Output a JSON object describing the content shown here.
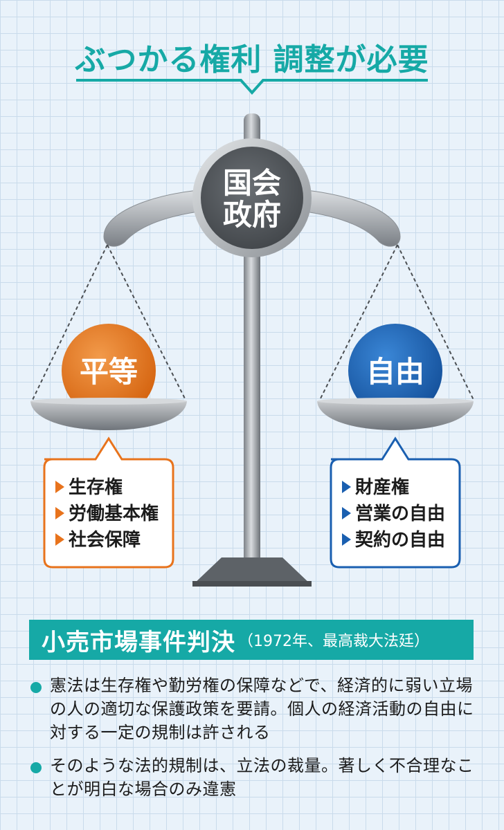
{
  "title": "ぶつかる権利 調整が必要",
  "center": {
    "line1": "国会",
    "line2": "政府"
  },
  "left": {
    "ball_label": "平等",
    "color": "#e8731c",
    "items": [
      "生存権",
      "労働基本権",
      "社会保障"
    ]
  },
  "right": {
    "ball_label": "自由",
    "color": "#1a5fb0",
    "items": [
      "財産権",
      "営業の自由",
      "契約の自由"
    ]
  },
  "case": {
    "title": "小売市場事件判決",
    "subtitle": "（1972年、最高裁大法廷）",
    "color": "#16a9a6"
  },
  "bullets": [
    "憲法は生存権や勤労権の保障などで、経済的に弱い立場の人の適切な保護政策を要請。個人の経済活動の自由に対する一定の規制は許される",
    "そのような法的規制は、立法の裁量。著しく不合理なことが明白な場合のみ違憲"
  ]
}
